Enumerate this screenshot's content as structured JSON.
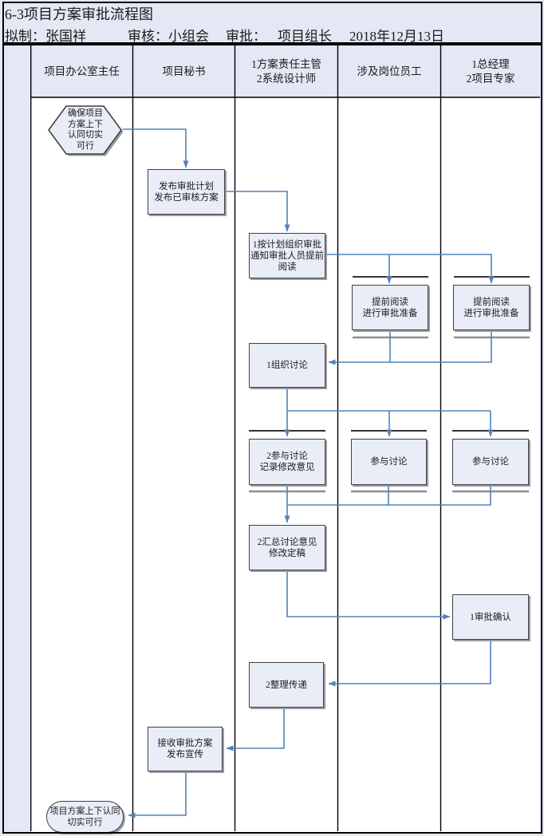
{
  "page": {
    "title": "6-3项目方案审批流程图"
  },
  "meta": {
    "prepared": "拟制：张国祥",
    "reviewed": "审核：小组会",
    "approved_label": "审批：",
    "approver": "项目组长",
    "date": "2018年12月13日"
  },
  "lanes": [
    {
      "label": "项目办公室主任"
    },
    {
      "label": "项目秘书"
    },
    {
      "label": "1方案责任主管\n2系统设计师"
    },
    {
      "label": "涉及岗位员工"
    },
    {
      "label": "1总经理\n2项目专家"
    }
  ],
  "nodes": {
    "start": "确保项目\n方案上下\n认同切实\n可行",
    "publish_plan": "发布审批计划\n发布已审核方案",
    "organize_review": "1按计划组织审批\n通知审批人员提前\n阅读",
    "preread_staff": "提前阅读\n进行审批准备",
    "preread_expert": "提前阅读\n进行审批准备",
    "organize_discussion": "1组织讨论",
    "join_discussion_record": "2参与讨论\n记录修改意见",
    "join_discussion_staff": "参与讨论",
    "join_discussion_expert": "参与讨论",
    "summarize_finalize": "2汇总讨论意见\n修改定稿",
    "approval_confirm": "1审批确认",
    "arrange_deliver": "2整理传递",
    "receive_publicize": "接收审批方案\n发布宣传",
    "end": "项目方案上下认同\n切实可行"
  },
  "edges": [
    {
      "from": "start",
      "to": "publish_plan"
    },
    {
      "from": "publish_plan",
      "to": "organize_review"
    },
    {
      "from": "organize_review",
      "to": "preread_staff"
    },
    {
      "from": "organize_review",
      "to": "preread_expert"
    },
    {
      "from": "preread_staff",
      "to": "organize_discussion"
    },
    {
      "from": "preread_expert",
      "to": "organize_discussion"
    },
    {
      "from": "organize_discussion",
      "to": "join_discussion_record"
    },
    {
      "from": "organize_discussion",
      "to": "join_discussion_staff"
    },
    {
      "from": "organize_discussion",
      "to": "join_discussion_expert"
    },
    {
      "from": "join_discussion_record",
      "to": "summarize_finalize"
    },
    {
      "from": "join_discussion_staff",
      "to": "summarize_finalize"
    },
    {
      "from": "join_discussion_expert",
      "to": "summarize_finalize"
    },
    {
      "from": "summarize_finalize",
      "to": "approval_confirm"
    },
    {
      "from": "approval_confirm",
      "to": "arrange_deliver"
    },
    {
      "from": "arrange_deliver",
      "to": "receive_publicize"
    },
    {
      "from": "receive_publicize",
      "to": "end"
    }
  ],
  "colors": {
    "canvas": "#e4e8f4",
    "lane": "#ffffff",
    "node_fill": "#e8edf8",
    "node_border": "#404040",
    "node_shadow": "#9a9aa2",
    "arrow": "#5182bb",
    "fork": "#141414",
    "join": "#8e8e92"
  }
}
